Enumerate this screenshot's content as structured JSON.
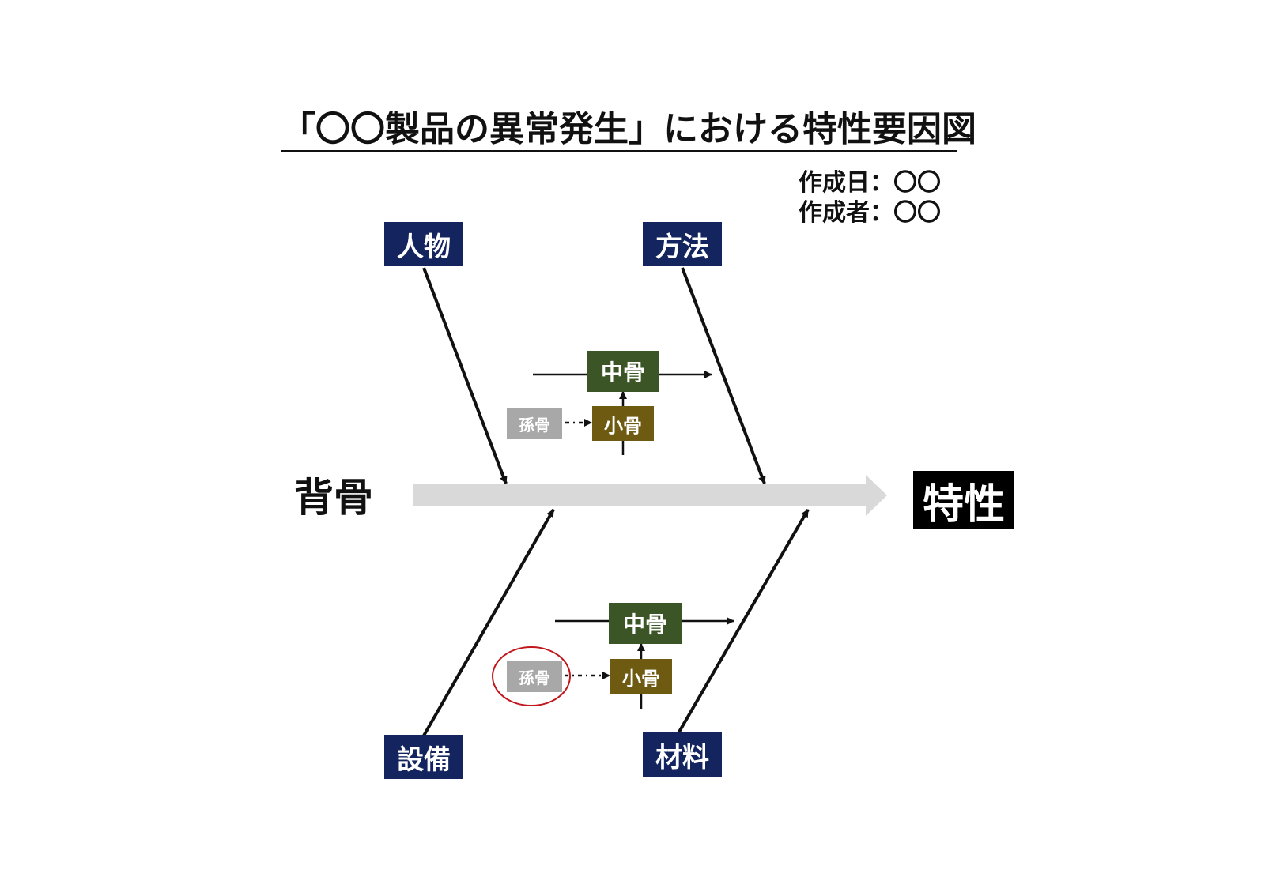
{
  "title": "「〇〇製品の異常発生」における特性要因図",
  "meta": {
    "date_line": "作成日：〇〇",
    "author_line": "作成者：〇〇"
  },
  "spine": {
    "label": "背骨"
  },
  "effect": {
    "label": "特性"
  },
  "categories": {
    "people": "人物",
    "method": "方法",
    "equipment": "設備",
    "material": "材料"
  },
  "upper_branch": {
    "mid": "中骨",
    "small": "小骨",
    "grand": "孫骨"
  },
  "lower_branch": {
    "mid": "中骨",
    "small": "小骨",
    "grand": "孫骨"
  },
  "colors": {
    "category": "#13245e",
    "mid_bone": "#3b5526",
    "small_bone": "#6e5a10",
    "grand_bone": "#a8a8a8",
    "effect": "#000000",
    "spine": "#d9d9d9",
    "highlight_circle": "#c0161c"
  }
}
